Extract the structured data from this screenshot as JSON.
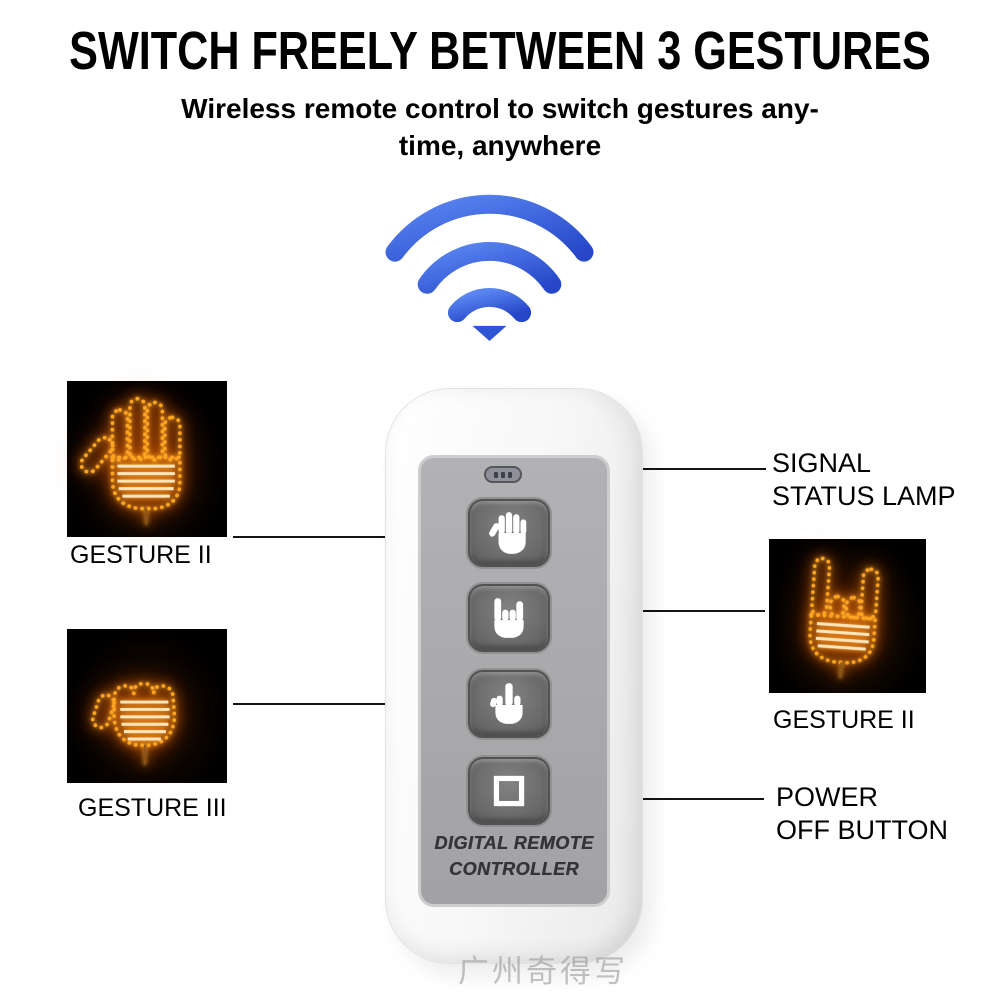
{
  "header": {
    "title": "SWITCH FREELY BETWEEN 3 GESTURES",
    "subtitle_line1": "Wireless remote control to switch gestures any-",
    "subtitle_line2": "time, anywhere"
  },
  "remote": {
    "brand_line1": "DIGITAL REMOTE",
    "brand_line2": "CONTROLLER",
    "buttons": [
      {
        "id": "gesture-1",
        "icon": "palm-hand-icon"
      },
      {
        "id": "gesture-2",
        "icon": "rock-hand-icon"
      },
      {
        "id": "gesture-3",
        "icon": "middle-finger-icon"
      },
      {
        "id": "power-off",
        "icon": "square-icon"
      }
    ],
    "lamp": "signal-status-lamp"
  },
  "callouts": {
    "gesture_left_top_label": "GESTURE II",
    "gesture_left_bottom_label": "GESTURE III",
    "gesture_right_label": "GESTURE II",
    "signal_line1": "SIGNAL",
    "signal_line2": "STATUS LAMP",
    "power_line1": "POWER",
    "power_line2": "OFF BUTTON"
  },
  "icons": {
    "wifi": "wifi-signal-icon",
    "led_photos": [
      "open-palm-led-hand",
      "fist-led-hand",
      "rock-led-hand"
    ]
  },
  "colors": {
    "wifi_blue": "#3a62e3",
    "led_orange": "#ffa41e",
    "callout_line": "#141414",
    "remote_panel_grey": "#a8a8aa",
    "button_grey": "#6a6a6a"
  },
  "watermark": "广州奇得写"
}
